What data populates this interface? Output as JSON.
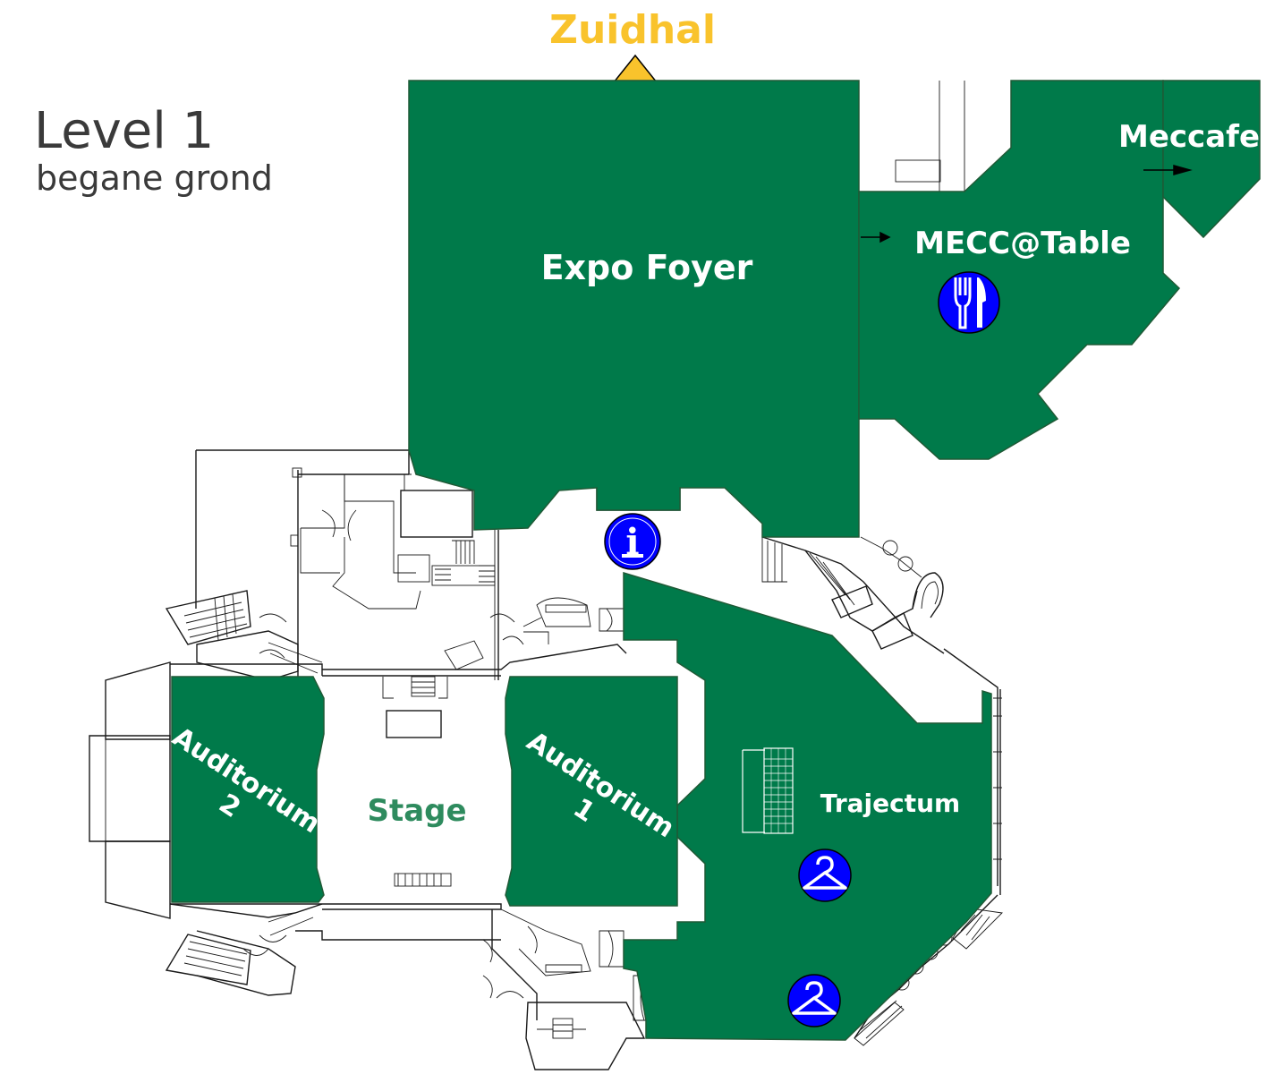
{
  "title": {
    "level": "Level 1",
    "sublevel": "begane grond"
  },
  "direction": {
    "label": "Zuidhal",
    "icon": "arrow-up-icon"
  },
  "rooms": {
    "expo_foyer": "Expo Foyer",
    "mecc_table": "MECC@Table",
    "meccafe": "Meccafe",
    "trajectum": "Trajectum",
    "stage": "Stage",
    "auditorium_1_line1": "Auditorium",
    "auditorium_1_line2": "1",
    "auditorium_2_line1": "Auditorium",
    "auditorium_2_line2": "2"
  },
  "icons": {
    "info": "info-icon",
    "info_glyph": "i",
    "restaurant": "cutlery-icon",
    "cloakroom": "coat-hanger-icon"
  },
  "colors": {
    "area": "#007A4A",
    "icon_blue": "#0000FF",
    "zuidhal_yellow": "#F9C32C",
    "stage_text": "#2E8B5E",
    "title_text": "#3A3A3A"
  }
}
